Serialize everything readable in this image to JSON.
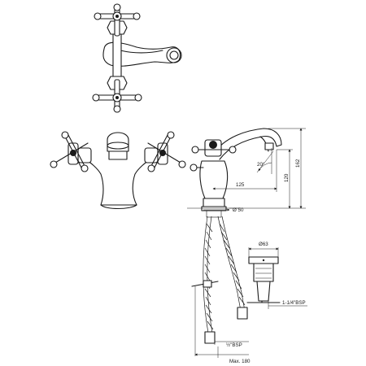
{
  "labels": {
    "spout_reach": "125",
    "height_120": "120",
    "height_162": "162",
    "angle": "20°",
    "base_diameter": "Ø 50",
    "waste_diameter": "Ø63",
    "waste_thread": "1-1/4\"BSP",
    "hose_thread": "½\"BSP",
    "max_length": "Max. 180"
  }
}
